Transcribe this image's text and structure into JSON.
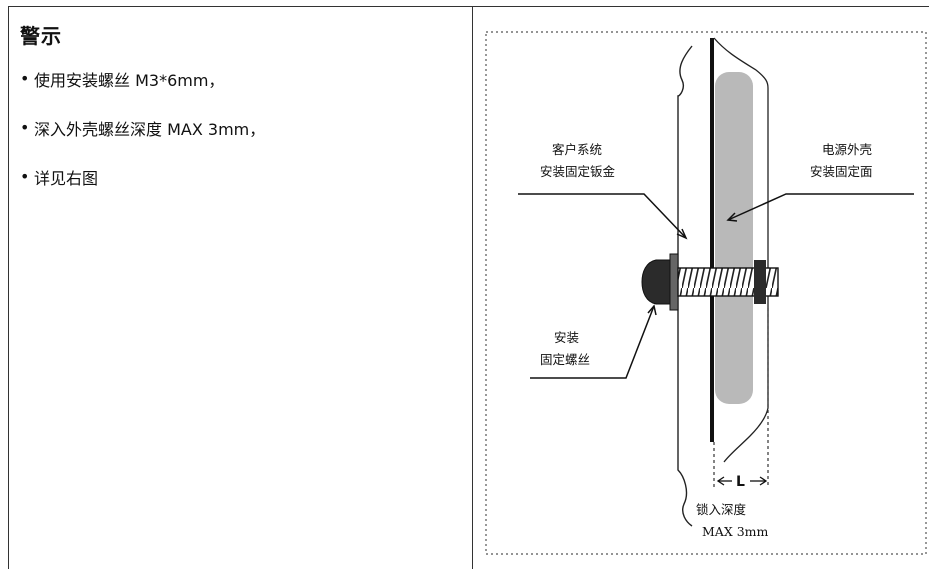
{
  "warning": {
    "title": "警示",
    "items": [
      "使用安装螺丝 M3*6mm，",
      "深入外壳螺丝深度 MAX 3mm，",
      "详见右图"
    ]
  },
  "diagram": {
    "labels": {
      "system_line1": "客户系统",
      "system_line2": "安装固定钣金",
      "psu_line1": "电源外壳",
      "psu_line2": "安装固定面",
      "screw_line1": "安装",
      "screw_line2": "固定螺丝",
      "dim_L": "L",
      "depth_line1": "锁入深度",
      "depth_line2": "MAX 3mm"
    }
  }
}
